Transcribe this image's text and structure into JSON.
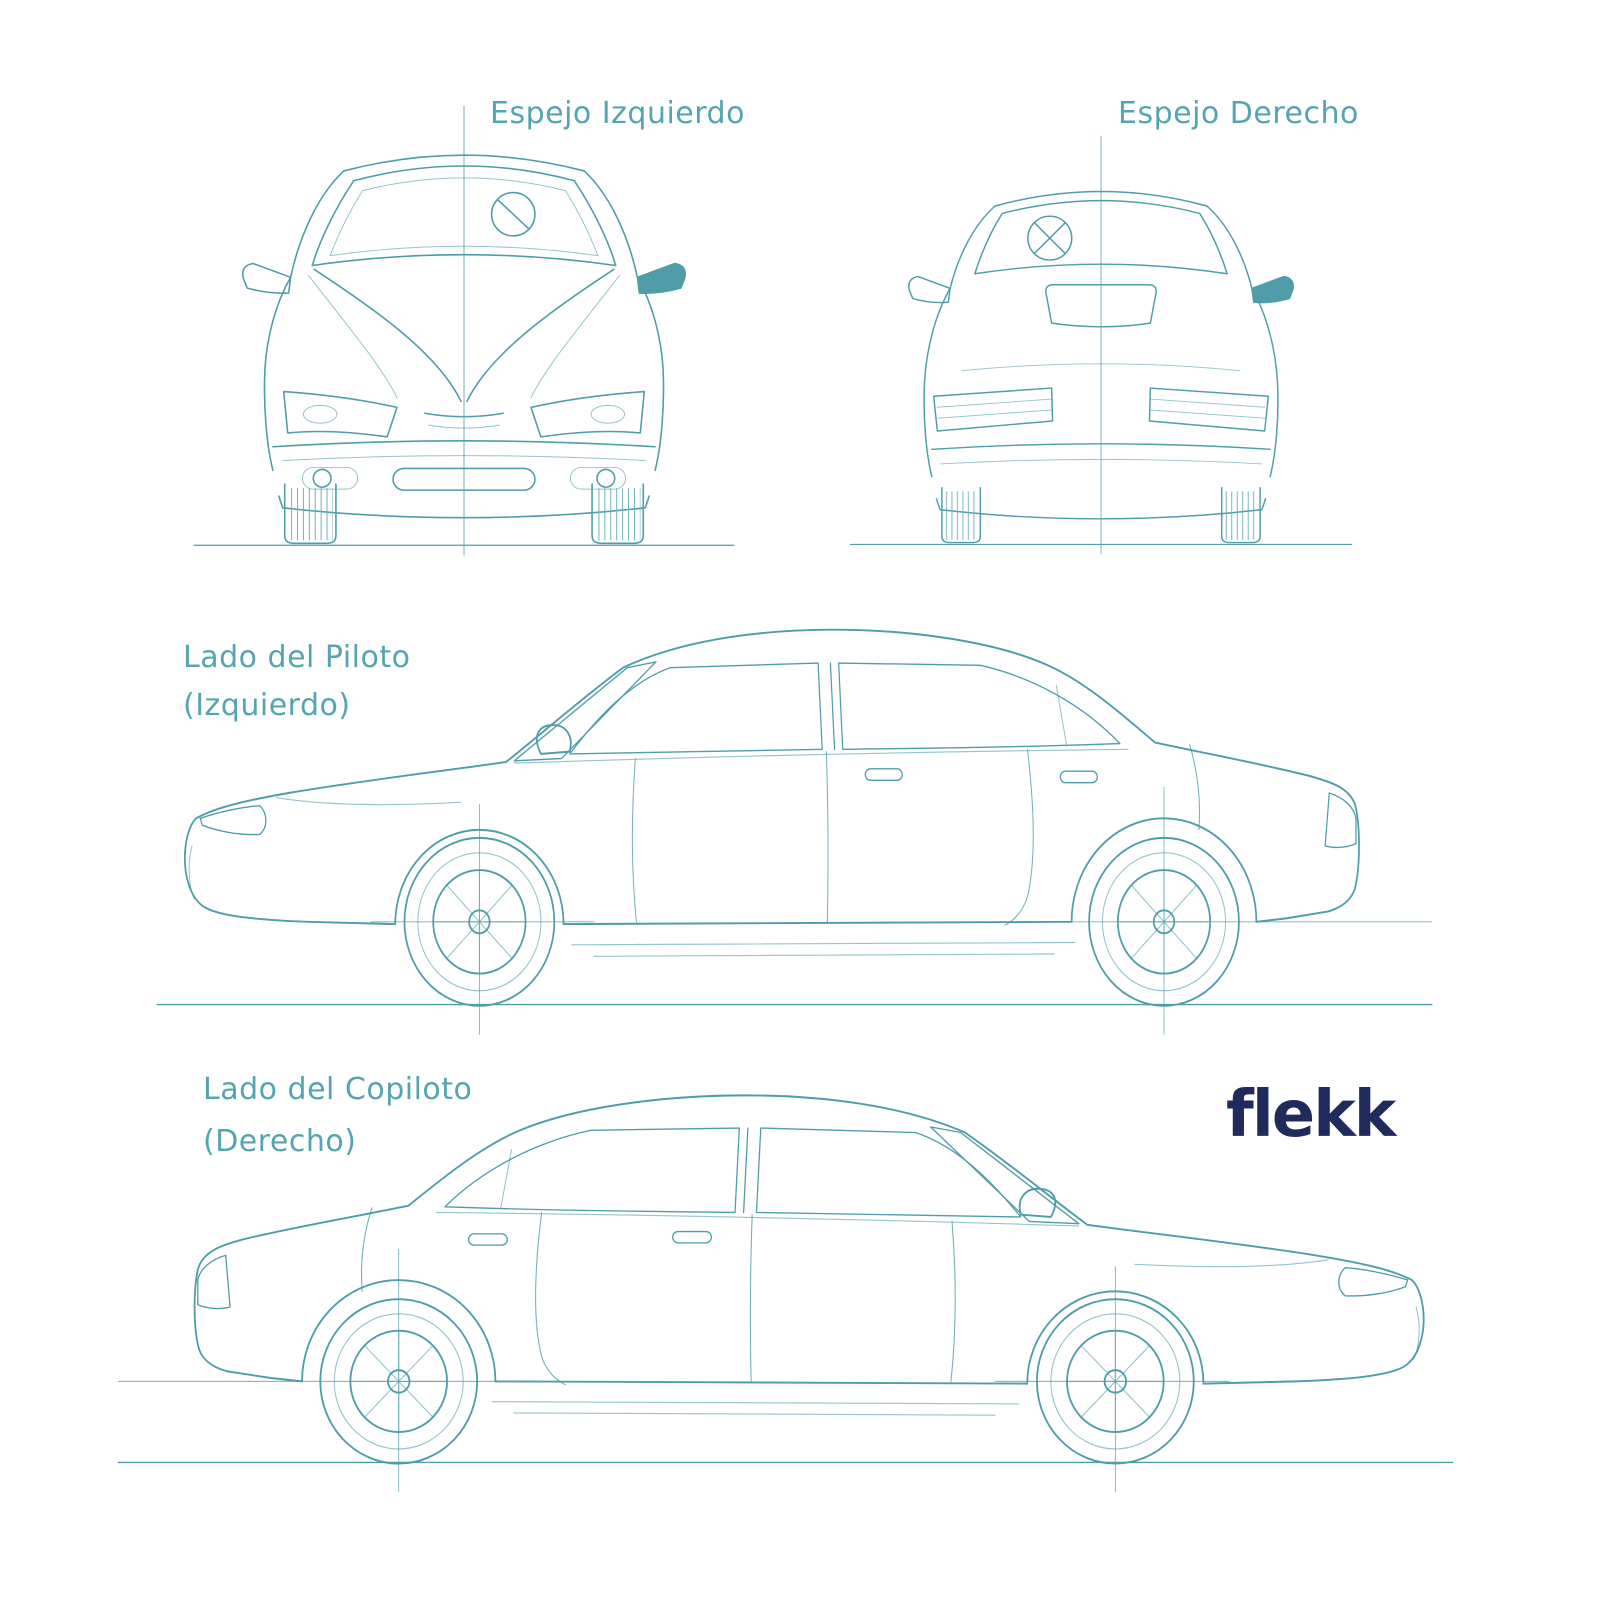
{
  "brand": {
    "logo_text": "flekk",
    "logo_color": "#1F2B5B"
  },
  "palette": {
    "background": "#FFFFFF",
    "line": "#4E9DA8",
    "line_light": "#A9CFD6",
    "label_text": "#55A4AF",
    "mirror_highlight": "#4E9DA8"
  },
  "views": {
    "front": {
      "label": "Espejo Izquierdo",
      "highlighted_part": "left-side-mirror"
    },
    "rear": {
      "label": "Espejo Derecho",
      "highlighted_part": "right-side-mirror"
    },
    "side_driver": {
      "label_line1": "Lado del Piloto",
      "label_line2": "(Izquierdo)"
    },
    "side_passenger": {
      "label_line1": "Lado del Copiloto",
      "label_line2": "(Derecho)"
    }
  }
}
